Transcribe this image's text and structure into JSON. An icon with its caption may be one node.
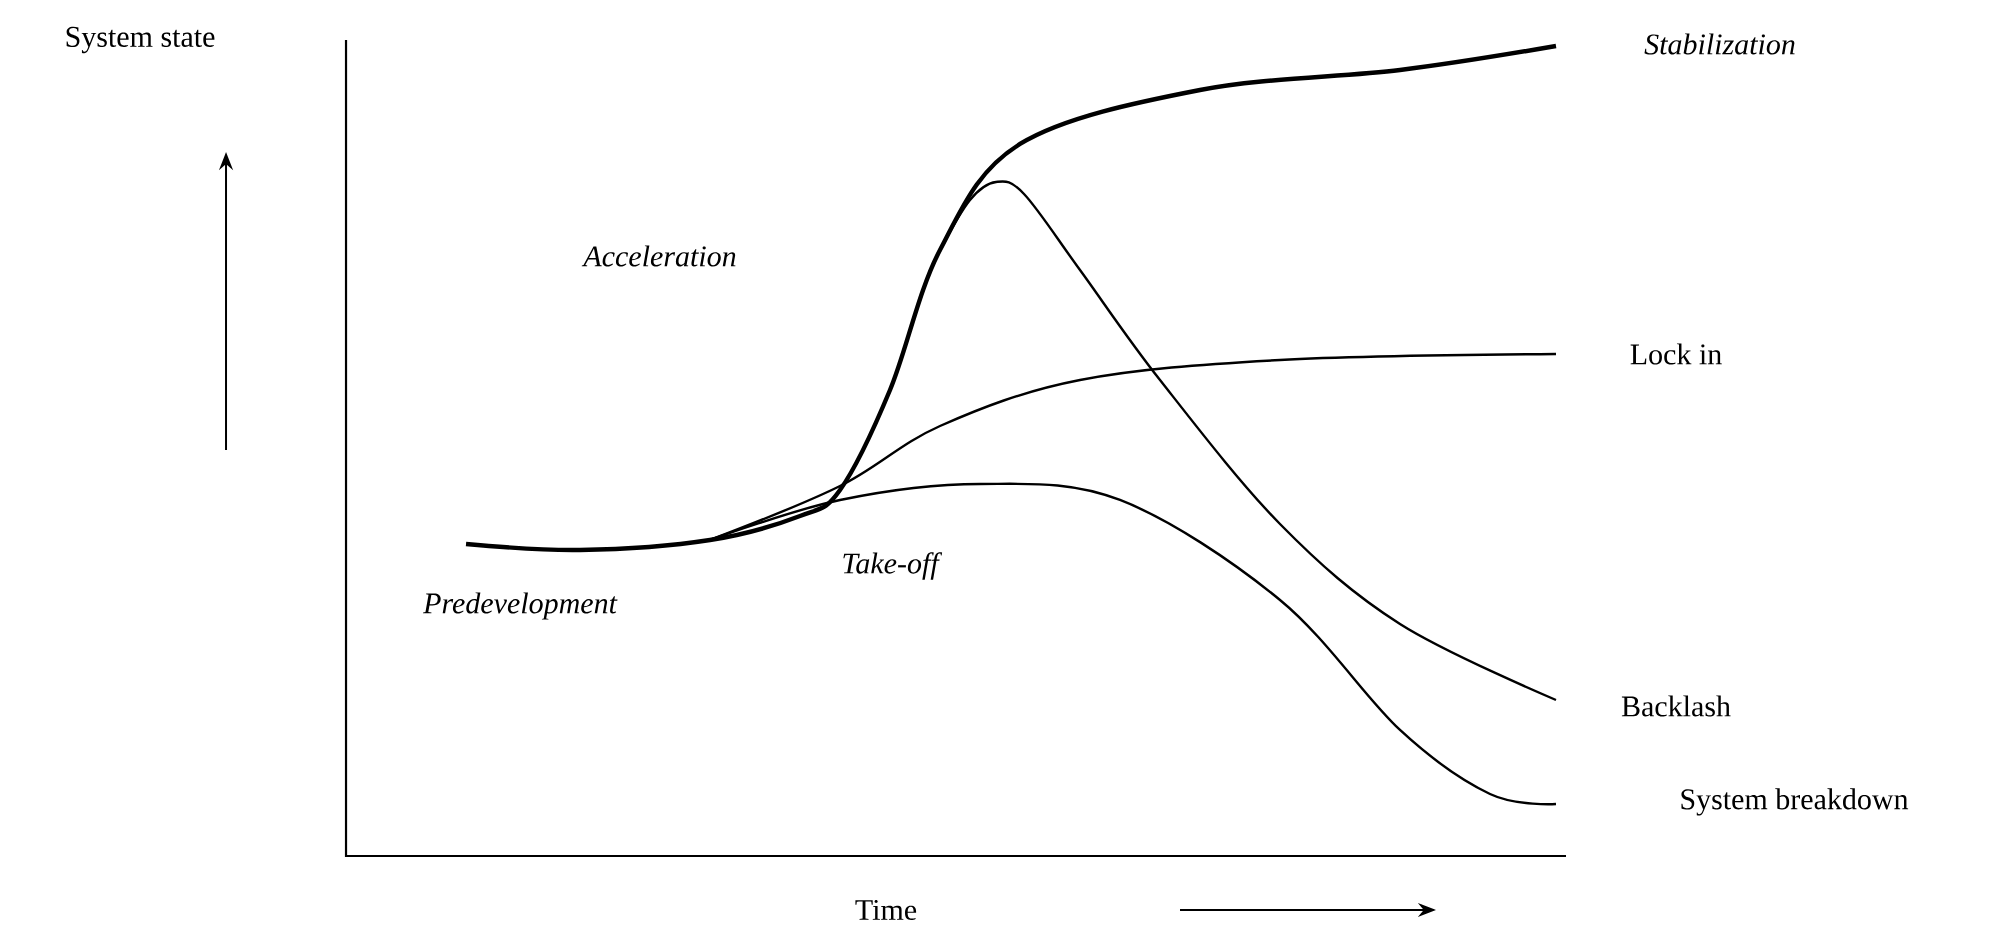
{
  "diagram": {
    "labels": [
      "System state",
      "Stabilization",
      "Acceleration",
      "Lock in",
      "Take-off",
      "Predevelopment",
      "Backlash",
      "System breakdown",
      "Time"
    ]
  }
}
